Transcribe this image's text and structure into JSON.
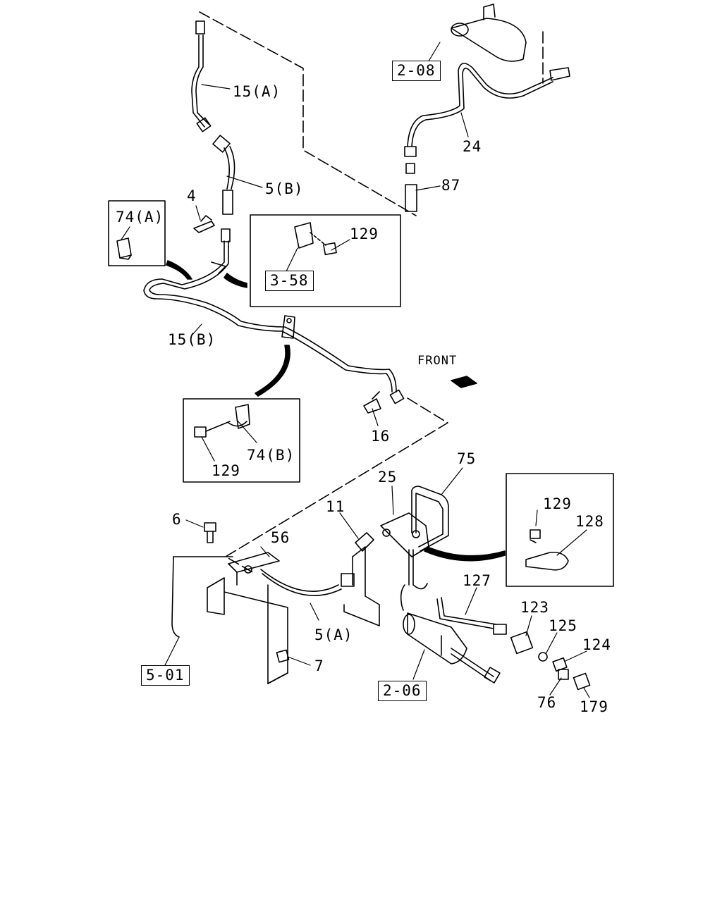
{
  "callouts": {
    "p15a": "15(A)",
    "p5b": "5(B)",
    "p4": "4",
    "p74a": "74(A)",
    "p129_top": "129",
    "p15b": "15(B)",
    "p24": "24",
    "p87": "87",
    "p16": "16",
    "p129_mid": "129",
    "p74b": "74(B)",
    "p75": "75",
    "p25": "25",
    "p11": "11",
    "p6": "6",
    "p56": "56",
    "p129_right": "129",
    "p128": "128",
    "p127": "127",
    "p123": "123",
    "p125": "125",
    "p124": "124",
    "p5a": "5(A)",
    "p7": "7",
    "p76": "76",
    "p179": "179"
  },
  "references": {
    "r208": "2-08",
    "r358": "3-58",
    "r206": "2-06",
    "r501": "5-01"
  },
  "front_label": "FRONT"
}
